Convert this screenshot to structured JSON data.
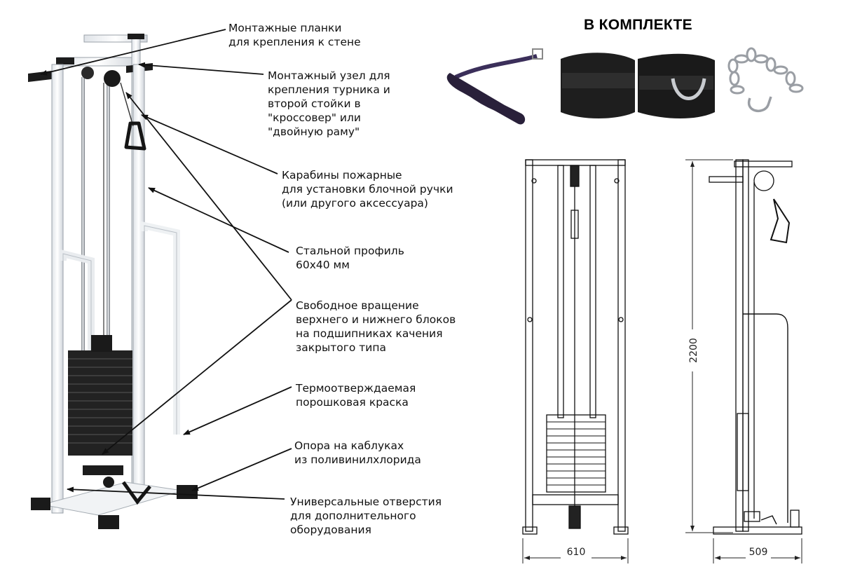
{
  "heading": "В КОМПЛЕКТЕ",
  "callouts": [
    "Монтажные планки\n  для крепления к стене",
    "Монтажный узел для\nкрепления турника и\nвторой стойки в\n\"кроссовер\" или\n\"двойную раму\"",
    "Карабины пожарные\nдля установки блочной ручки\n(или другого аксессуара)",
    "Стальной профиль\n60х40 мм",
    "Свободное вращение\nверхнего и нижнего блоков\nна подшипниках качения\nзакрытого типа",
    "Термоотверждаемая\nпорошковая краска",
    "Опора на каблуках\nиз поливинилхлорида",
    "Универсальные отверстия\nдля дополнительного\nоборудования"
  ],
  "dimensions": {
    "height": "2200",
    "front_width": "610",
    "side_depth": "509"
  },
  "icons": [
    "cable-handle-icon",
    "ankle-strap-icon",
    "chain-carabiner-icon"
  ]
}
